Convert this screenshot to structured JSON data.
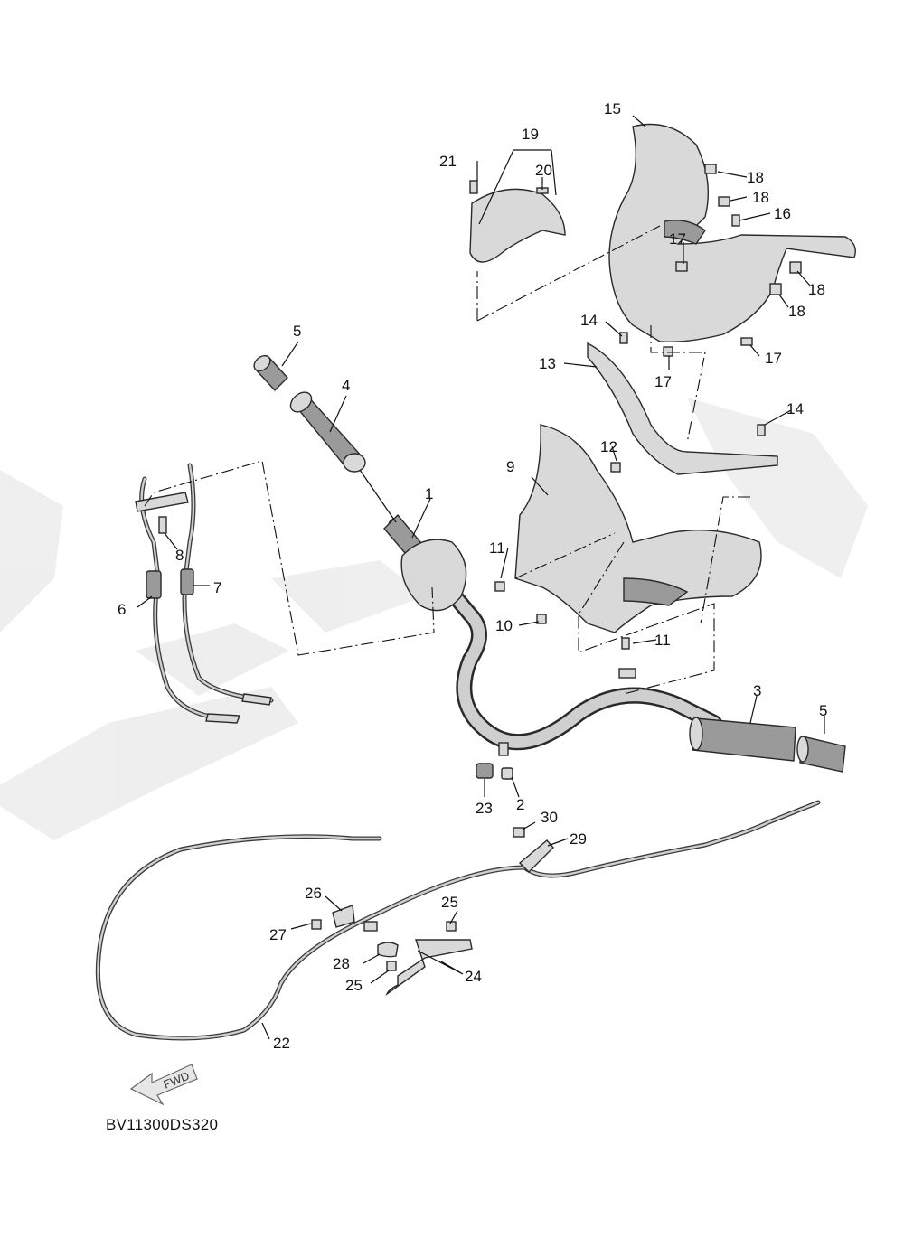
{
  "diagram_code": "BV11300DS320",
  "fwd_label": "FWD",
  "callouts": {
    "c1": "1",
    "c2": "2",
    "c3": "3",
    "c4": "4",
    "c5a": "5",
    "c5b": "5",
    "c6": "6",
    "c7": "7",
    "c8": "8",
    "c9": "9",
    "c10": "10",
    "c11a": "11",
    "c11b": "11",
    "c12": "12",
    "c13": "13",
    "c14a": "14",
    "c14b": "14",
    "c15": "15",
    "c16": "16",
    "c17a": "17",
    "c17b": "17",
    "c17c": "17",
    "c18a": "18",
    "c18b": "18",
    "c18c": "18",
    "c18d": "18",
    "c19": "19",
    "c20": "20",
    "c21": "21",
    "c22": "22",
    "c23": "23",
    "c24": "24",
    "c25a": "25",
    "c25b": "25",
    "c26": "26",
    "c27": "27",
    "c28": "28",
    "c29": "29",
    "c30": "30"
  },
  "colors": {
    "line": "#111111",
    "part_fill": "#d9d9d9",
    "watermark": "#ececec"
  }
}
